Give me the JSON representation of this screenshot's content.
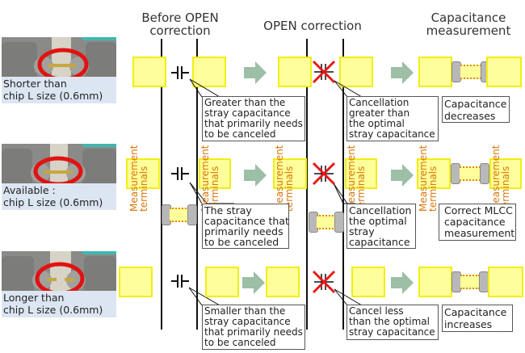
{
  "headers": {
    "before": "Before OPEN\ncorrection",
    "open": "OPEN correction",
    "measure": "Capacitance\nmeasurement"
  },
  "terminal_label": "Measurement\nterminals",
  "colors": {
    "terminal_fill": "#fefe9a",
    "terminal_border": "#f2ee14",
    "arrow": "#9cbfa6",
    "cross": "#e41a1a",
    "label_orange": "#d9750a",
    "caption_bg": "#dce6f2"
  },
  "rows": [
    {
      "photo_caption": "Shorter than\nchip L size (0.6mm)",
      "before_callout": "Greater than the\nstray capacitance\nthat primarily needs\nto be canceled",
      "open_callout": "Cancellation\ngreater than\nthe optimal\nstray capacitance",
      "result_callout": "Capacitance\ndecreases"
    },
    {
      "photo_caption": "Available :\nchip L size (0.6mm)",
      "before_callout": "The stray\ncapacitance that\nprimarily needs\nto be canceled",
      "open_callout": "Cancellation\nthe optimal\nstray\ncapacitance",
      "result_callout": "Correct MLCC\ncapacitance\nmeasurement"
    },
    {
      "photo_caption": "Longer than\nchip L size (0.6mm)",
      "before_callout": "Smaller than the\nstray capacitance\nthat primarily needs\nto be canceled",
      "open_callout": "Cancel less\nthan the optimal\nstray capacitance",
      "result_callout": "Capacitance\nincreases"
    }
  ]
}
